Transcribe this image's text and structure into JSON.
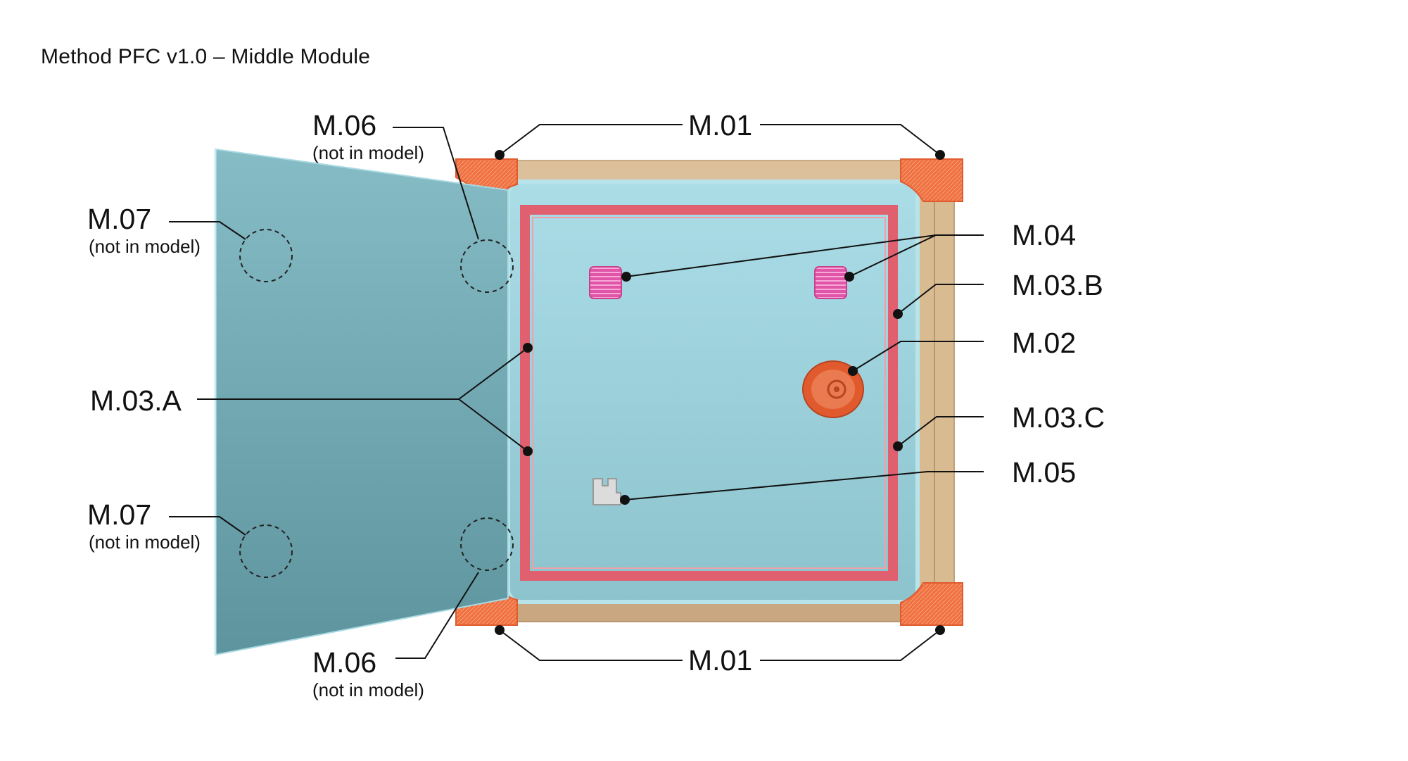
{
  "title": "Method PFC v1.0 – Middle Module",
  "colors": {
    "frame": "#dcc09c",
    "corner_bracket": "#f07040",
    "panel": "#a9d9e2",
    "door": "#74aab4",
    "gasket": "#e06070",
    "vent": "#e055a8",
    "fan": "#e05a2e",
    "sensor": "#dcdcdc"
  },
  "labels": {
    "m01_top": "M.01",
    "m01_bottom": "M.01",
    "m06_top": "M.06",
    "m06_top_note": "(not in model)",
    "m06_bottom": "M.06",
    "m06_bottom_note": "(not in model)",
    "m07_top": "M.07",
    "m07_top_note": "(not in model)",
    "m07_bottom": "M.07",
    "m07_bottom_note": "(not in model)",
    "m03a": "M.03.A",
    "m04": "M.04",
    "m03b": "M.03.B",
    "m02": "M.02",
    "m03c": "M.03.C",
    "m05": "M.05"
  }
}
